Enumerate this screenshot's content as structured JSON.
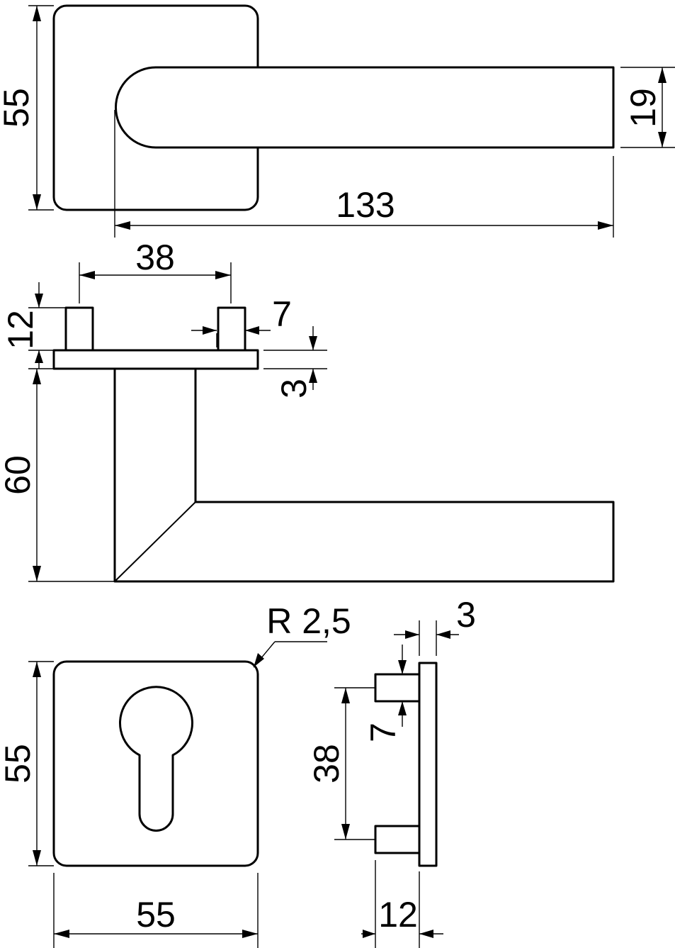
{
  "dimensions": {
    "top_plate_height": "55",
    "lever_thickness": "19",
    "lever_length": "133",
    "pin_spacing": "38",
    "pin_height": "12",
    "pin_width": "7",
    "plate_thickness": "3",
    "lever_projection": "60",
    "corner_radius": "R 2,5",
    "escutcheon_height": "55",
    "escutcheon_width": "55",
    "side_plate_thickness": "3",
    "side_pin_width": "7",
    "side_pin_spacing": "38",
    "side_pin_length": "12"
  }
}
